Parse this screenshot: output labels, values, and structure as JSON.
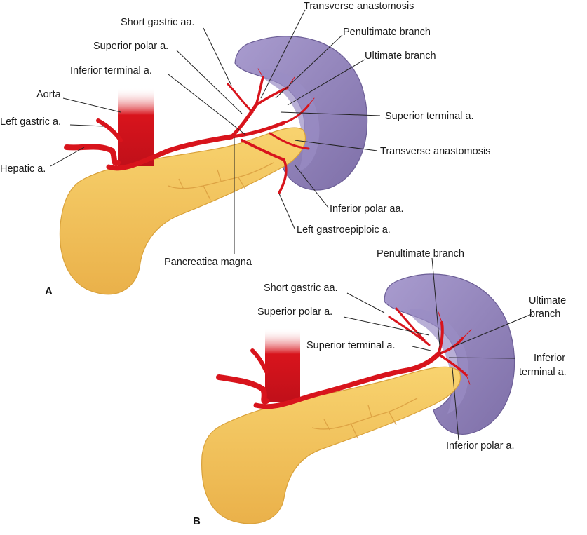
{
  "panels": {
    "a": {
      "letter": "A",
      "labels": {
        "transverse_top": "Transverse anastomosis",
        "short_gastric": "Short gastric aa.",
        "penultimate": "Penultimate branch",
        "superior_polar": "Superior polar a.",
        "ultimate": "Ultimate branch",
        "inferior_terminal": "Inferior terminal a.",
        "aorta": "Aorta",
        "superior_terminal": "Superior terminal a.",
        "left_gastric": "Left gastric a.",
        "transverse_right": "Transverse anastomosis",
        "hepatic": "Hepatic a.",
        "inferior_polar": "Inferior polar aa.",
        "left_gastroepiploic": "Left gastroepiploic a.",
        "pancreatica_magna": "Pancreatica magna"
      }
    },
    "b": {
      "letter": "B",
      "labels": {
        "penultimate": "Penultimate branch",
        "short_gastric": "Short gastric aa.",
        "ultimate_1": "Ultimate",
        "ultimate_2": "branch",
        "superior_polar": "Superior polar a.",
        "superior_terminal": "Superior terminal a.",
        "inferior_terminal_1": "Inferior",
        "inferior_terminal_2": "terminal a.",
        "inferior_polar": "Inferior polar a."
      }
    }
  },
  "colors": {
    "spleen": "#8c7fb5",
    "spleen_inner": "#a89cce",
    "pancreas": "#f3c25a",
    "pancreas_edge": "#d9a13a",
    "artery": "#d8141c"
  }
}
